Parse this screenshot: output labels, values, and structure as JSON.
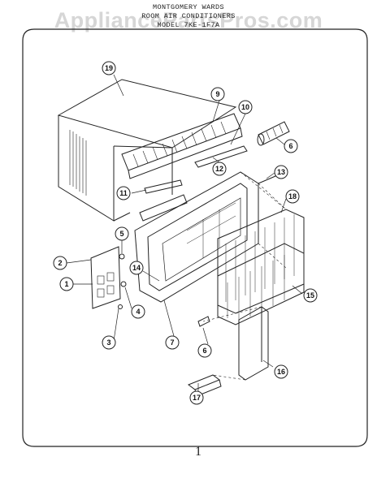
{
  "watermark": "AppliancePartsPros.com",
  "header": {
    "line1": "MONTGOMERY WARDS",
    "line2": "ROOM AIR CONDITIONERS",
    "line3": "MODEL 7KE-1F7A"
  },
  "callouts": [
    "19",
    "9",
    "10",
    "6",
    "12",
    "11",
    "13",
    "18",
    "5",
    "2",
    "14",
    "1",
    "4",
    "15",
    "3",
    "7",
    "6",
    "16",
    "17"
  ],
  "page_number": "1",
  "colors": {
    "ink": "#222222",
    "watermark": "#d6d6d6",
    "background": "#ffffff"
  }
}
